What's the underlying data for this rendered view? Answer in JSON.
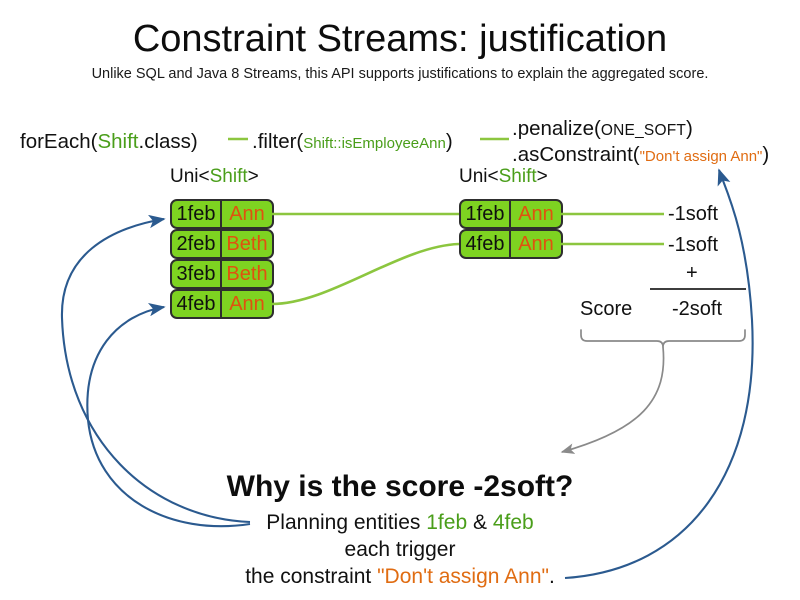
{
  "slide": {
    "title": "Constraint Streams: justification",
    "subtitle": "Unlike SQL and Java 8 Streams, this API supports justifications to explain the aggregated score."
  },
  "colors": {
    "green_text": "#4a9e1a",
    "orange_text": "#e06c12",
    "box_fill": "#7ed321",
    "box_border": "#2e2e2e",
    "connector_green": "#8cc63f",
    "arrow_blue": "#2b5a8f",
    "brace_gray": "#8a8a8a"
  },
  "code": {
    "foreach": {
      "prefix": "forEach(",
      "type": "Shift",
      "suffix": ".class)"
    },
    "filter": {
      "prefix": ".filter(",
      "arg": "Shift::isEmployeeAnn",
      "suffix": ")"
    },
    "penalize": {
      "prefix": ".penalize(",
      "arg": "ONE_SOFT",
      "suffix": ")"
    },
    "as_constraint": {
      "prefix": ".asConstraint(",
      "arg": "\"Don't assign Ann\"",
      "suffix": ")"
    }
  },
  "streams": {
    "left": {
      "caption_prefix": "Uni<",
      "caption_type": "Shift",
      "caption_suffix": ">",
      "rows": [
        {
          "date": "1feb",
          "employee": "Ann"
        },
        {
          "date": "2feb",
          "employee": "Beth"
        },
        {
          "date": "3feb",
          "employee": "Beth"
        },
        {
          "date": "4feb",
          "employee": "Ann"
        }
      ]
    },
    "right": {
      "caption_prefix": "Uni<",
      "caption_type": "Shift",
      "caption_suffix": ">",
      "rows": [
        {
          "date": "1feb",
          "employee": "Ann",
          "score": "-1soft"
        },
        {
          "date": "4feb",
          "employee": "Ann",
          "score": "-1soft"
        }
      ]
    }
  },
  "score": {
    "plus": "+",
    "label": "Score",
    "total": "-2soft"
  },
  "explanation": {
    "heading": "Why is the score -2soft?",
    "line1_prefix": "Planning entities ",
    "line1_entity_a": "1feb",
    "line1_amp": " & ",
    "line1_entity_b": "4feb",
    "line2": "each trigger",
    "line3_prefix": "the constraint ",
    "line3_constraint": "\"Don't assign Ann\"",
    "line3_suffix": "."
  }
}
